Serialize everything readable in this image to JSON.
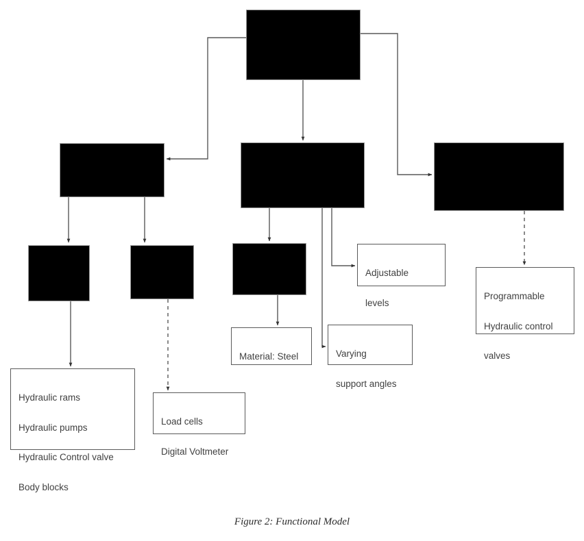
{
  "figure": {
    "caption": "Figure 2: Functional Model",
    "colors": {
      "redacted_block": "#000000",
      "box_border": "#595959",
      "connector": "#595959",
      "text": "#404040",
      "background": "#ffffff"
    }
  },
  "nodes": {
    "top_root": {
      "label": "",
      "redacted": true
    },
    "left_branch": {
      "label": "",
      "redacted": true
    },
    "center_branch": {
      "label": "",
      "redacted": true
    },
    "right_branch": {
      "label": "",
      "redacted": true
    },
    "left_child_a": {
      "label": "",
      "redacted": true
    },
    "left_child_b": {
      "label": "",
      "redacted": true
    },
    "center_child": {
      "label": "",
      "redacted": true
    }
  },
  "labels": {
    "adjustable_levels": {
      "lines": [
        "Adjustable",
        "levels"
      ],
      "text": "Adjustable levels"
    },
    "programmable_valves": {
      "lines": [
        "Programmable",
        "Hydraulic control",
        "valves"
      ],
      "text": "Programmable Hydraulic control valves"
    },
    "material_steel": {
      "lines": [
        "Material: Steel"
      ],
      "text": "Material: Steel"
    },
    "varying_support_angles": {
      "lines": [
        "Varying",
        "support angles"
      ],
      "text": "Varying support angles"
    },
    "hydraulic_components": {
      "lines": [
        "Hydraulic rams",
        "Hydraulic pumps",
        "Hydraulic Control valve",
        "Body blocks"
      ],
      "text": "Hydraulic rams Hydraulic pumps Hydraulic Control valve Body blocks"
    },
    "sensors": {
      "lines": [
        "Load cells",
        "Digital Voltmeter"
      ],
      "text": "Load cells Digital Voltmeter"
    }
  },
  "connectors": [
    {
      "id": "root-to-left",
      "style": "solid",
      "from": "top_root",
      "to": "left_branch"
    },
    {
      "id": "root-to-center",
      "style": "solid",
      "from": "top_root",
      "to": "center_branch"
    },
    {
      "id": "root-to-right",
      "style": "solid",
      "from": "top_root",
      "to": "right_branch"
    },
    {
      "id": "left-to-child-a",
      "style": "solid",
      "from": "left_branch",
      "to": "left_child_a"
    },
    {
      "id": "left-to-child-b",
      "style": "solid",
      "from": "left_branch",
      "to": "left_child_b"
    },
    {
      "id": "center-to-child",
      "style": "solid",
      "from": "center_branch",
      "to": "center_child"
    },
    {
      "id": "center-to-adjustable",
      "style": "solid",
      "from": "center_branch",
      "to": "adjustable_levels"
    },
    {
      "id": "center-to-varying",
      "style": "solid",
      "from": "center_branch",
      "to": "varying_support_angles"
    },
    {
      "id": "child-a-to-hydraulics",
      "style": "solid",
      "from": "left_child_a",
      "to": "hydraulic_components"
    },
    {
      "id": "center-child-to-material",
      "style": "solid",
      "from": "center_child",
      "to": "material_steel"
    },
    {
      "id": "child-b-to-sensors",
      "style": "dashed",
      "from": "left_child_b",
      "to": "sensors"
    },
    {
      "id": "right-to-valves",
      "style": "dashed",
      "from": "right_branch",
      "to": "programmable_valves"
    }
  ]
}
